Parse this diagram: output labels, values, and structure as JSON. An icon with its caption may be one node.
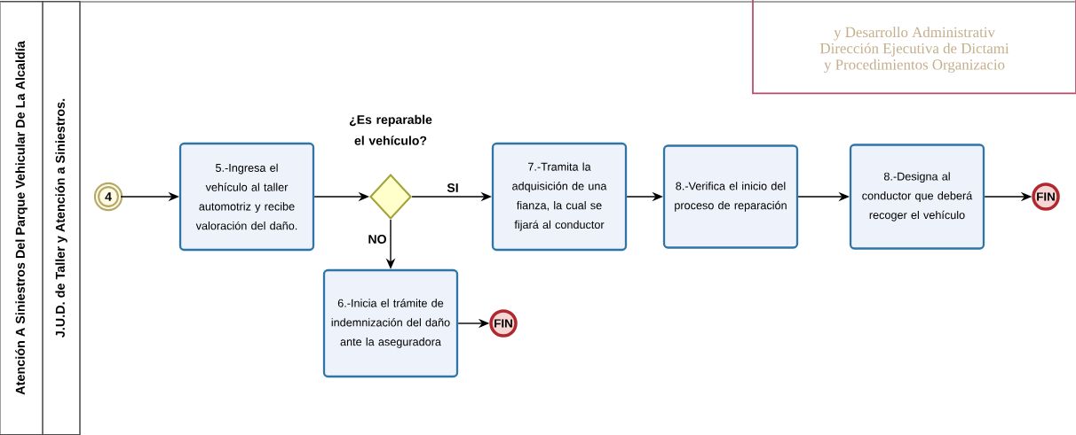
{
  "diagram": {
    "nodes": [
      {
        "text": [
          "Atención A Siniestros Del Parque Vehicular De La Alcaldía"
        ]
      },
      {
        "text": [
          "J.U.D.  de Taller y Atención a Siniestros."
        ]
      },
      {
        "text": [
          "y Desarrollo Administrativ",
          "Dirección Ejecutiva de Dictami",
          "y Procedimientos Organizacio"
        ]
      },
      {
        "text": [
          "4"
        ]
      },
      {
        "text": [
          "5.-Ingresa el vehículo al taller automotriz y recibe valoración del daño."
        ]
      },
      {
        "text": [
          "¿Es reparable el vehículo?"
        ]
      },
      {
        "text": [
          "7.-Tramita la adquisición de una fianza, la cual se fijará al conductor"
        ]
      },
      {
        "text": [
          "8.-Verifica el inicio del proceso de reparación"
        ]
      },
      {
        "text": [
          "8.-Designa al conductor que deberá recoger el vehículo"
        ]
      },
      {
        "text": [
          "FIN"
        ]
      },
      {
        "text": [
          "6.-Inicia el trámite de indemnización del daño ante la aseguradora"
        ]
      },
      {
        "text": [
          "FIN"
        ]
      }
    ],
    "edges": [
      {
        "from": 3,
        "to": 4,
        "arrow": "to"
      },
      {
        "from": 4,
        "to": 5,
        "arrow": "to"
      },
      {
        "from": 5,
        "to": 6,
        "arrow": "to",
        "label": "SI"
      },
      {
        "from": 6,
        "to": 7,
        "arrow": "to"
      },
      {
        "from": 7,
        "to": 8,
        "arrow": "to"
      },
      {
        "from": 8,
        "to": 9,
        "arrow": "to"
      },
      {
        "from": 5,
        "to": 10,
        "arrow": "to",
        "label": "NO"
      },
      {
        "from": 10,
        "to": 11,
        "arrow": "to"
      }
    ]
  }
}
